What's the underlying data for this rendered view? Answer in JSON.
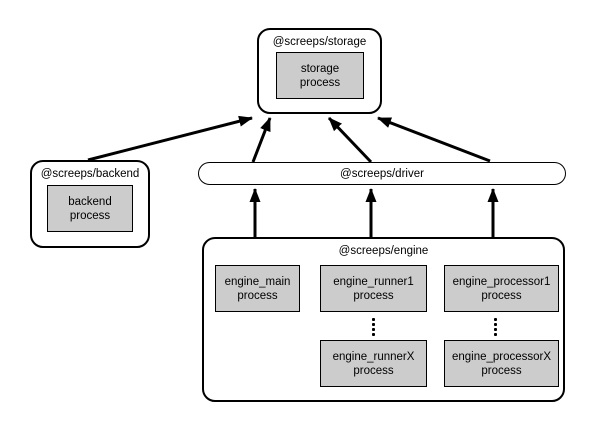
{
  "diagram": {
    "storage": {
      "label": "@screeps/storage",
      "process": {
        "line1": "storage",
        "line2": "process"
      }
    },
    "backend": {
      "label": "@screeps/backend",
      "process": {
        "line1": "backend",
        "line2": "process"
      }
    },
    "driver": {
      "label": "@screeps/driver"
    },
    "engine": {
      "label": "@screeps/engine",
      "processes": {
        "main": {
          "line1": "engine_main",
          "line2": "process"
        },
        "runner1": {
          "line1": "engine_runner1",
          "line2": "process"
        },
        "runnerX": {
          "line1": "engine_runnerX",
          "line2": "process"
        },
        "processor1": {
          "line1": "engine_processor1",
          "line2": "process"
        },
        "processorX": {
          "line1": "engine_processorX",
          "line2": "process"
        }
      },
      "ellipsis": "⋮"
    },
    "colors": {
      "process_fill": "#cccccc",
      "line": "#000000",
      "background": "#ffffff"
    }
  }
}
